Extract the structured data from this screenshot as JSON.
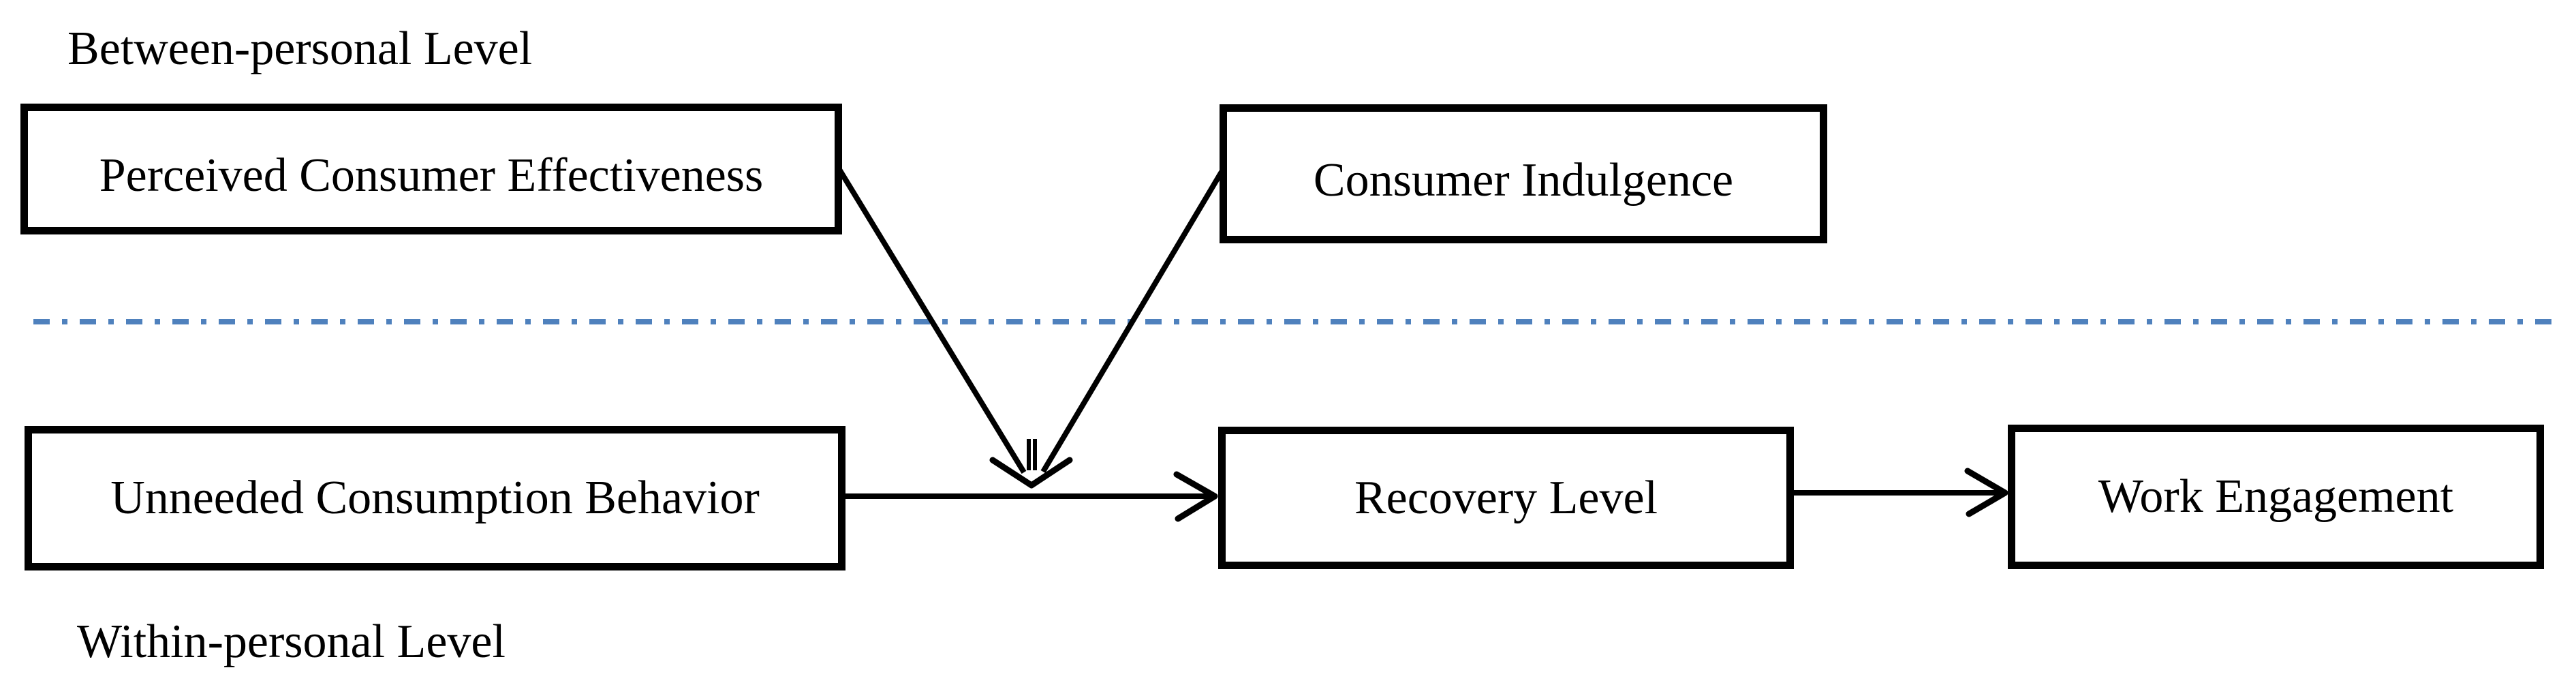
{
  "figure": {
    "type": "conceptual-model-diagram",
    "description": "Multilevel moderated mediation model separated by a dashed divider into between-personal and within-personal levels"
  },
  "labels": {
    "between": "Between-personal Level",
    "within": "Within-personal Level"
  },
  "boxes": {
    "pce": {
      "label": "Perceived Consumer Effectiveness",
      "level": "between-personal"
    },
    "ci": {
      "label": "Consumer Indulgence",
      "level": "between-personal"
    },
    "ucb": {
      "label": "Unneeded Consumption Behavior",
      "level": "within-personal"
    },
    "rl": {
      "label": "Recovery Level",
      "level": "within-personal"
    },
    "we": {
      "label": "Work Engagement",
      "level": "within-personal"
    }
  },
  "edges": [
    {
      "from": "Unneeded Consumption Behavior",
      "to": "Recovery Level",
      "style": "solid-open-arrow"
    },
    {
      "from": "Recovery Level",
      "to": "Work Engagement",
      "style": "solid-open-arrow"
    },
    {
      "from": "Perceived Consumer Effectiveness",
      "to": "path Unneeded Consumption Behavior → Recovery Level",
      "style": "moderation-arrow"
    },
    {
      "from": "Consumer Indulgence",
      "to": "path Unneeded Consumption Behavior → Recovery Level",
      "style": "moderation-arrow"
    }
  ],
  "colors": {
    "line": "#000000",
    "text": "#000000",
    "divider": "#4f81bd",
    "background": "#ffffff"
  }
}
